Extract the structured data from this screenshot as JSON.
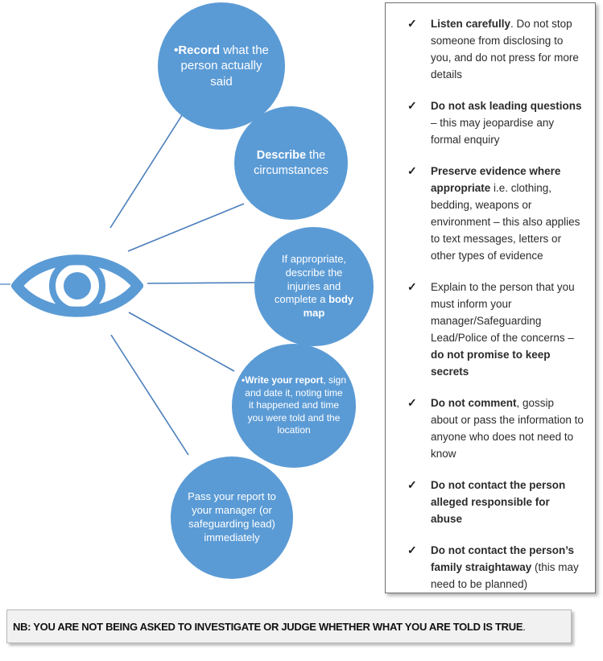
{
  "colors": {
    "bubble_blue": "#5b9bd5",
    "connector_blue": "#4a7ebb",
    "bubble_text": "#ffffff",
    "panel_border": "#6e6e6e",
    "checklist_text": "#2b2b2b",
    "note_background": "#f1f1f1",
    "note_text": "#111111"
  },
  "diagram": {
    "bubbles": [
      {
        "name": "record-what-said",
        "segments": [
          {
            "t": "•Record",
            "b": true
          },
          {
            "t": " what the person actually said",
            "b": false
          }
        ]
      },
      {
        "name": "describe-circumstances",
        "segments": [
          {
            "t": "Describe",
            "b": true
          },
          {
            "t": " the circumstances",
            "b": false
          }
        ]
      },
      {
        "name": "describe-injuries-body-map",
        "segments": [
          {
            "t": "If appropriate, describe the injuries and complete a ",
            "b": false
          },
          {
            "t": "body map",
            "b": true
          }
        ]
      },
      {
        "name": "write-your-report",
        "segments": [
          {
            "t": "•Write your report",
            "b": true
          },
          {
            "t": ", sign and date it, noting time it happened and time you were told and the location",
            "b": false
          }
        ]
      },
      {
        "name": "pass-your-report",
        "segments": [
          {
            "t": "Pass your report to your manager (or safeguarding lead) immediately",
            "b": false
          }
        ]
      }
    ]
  },
  "checklist": {
    "check_glyph": "✓",
    "items": [
      {
        "segments": [
          {
            "t": "Listen carefully",
            "b": true
          },
          {
            "t": ". Do not stop someone from disclosing to you, and do not press for more details",
            "b": false
          }
        ]
      },
      {
        "segments": [
          {
            "t": "Do not ask leading questions",
            "b": true
          },
          {
            "t": " – this may jeopardise any formal enquiry",
            "b": false
          }
        ]
      },
      {
        "segments": [
          {
            "t": "Preserve evidence where appropriate",
            "b": true
          },
          {
            "t": " i.e. clothing, bedding, weapons or environment – this also applies to text messages, letters or other types of evidence",
            "b": false
          }
        ]
      },
      {
        "segments": [
          {
            "t": "Explain to the person that you must inform your manager/Safeguarding Lead/Police of the concerns – ",
            "b": false
          },
          {
            "t": "do not promise to keep secrets",
            "b": true
          }
        ]
      },
      {
        "segments": [
          {
            "t": "Do not comment",
            "b": true
          },
          {
            "t": ", gossip about or pass the information to anyone who does not need to know",
            "b": false
          }
        ]
      },
      {
        "segments": [
          {
            "t": "Do not contact the person alleged responsible for abuse",
            "b": true
          }
        ]
      },
      {
        "segments": [
          {
            "t": "Do not contact the person’s family straightaway",
            "b": true
          },
          {
            "t": " (this may need to be planned)",
            "b": false
          }
        ]
      }
    ]
  },
  "note": {
    "segments": [
      {
        "t": "NB: YOU ARE NOT BEING ASKED TO INVESTIGATE OR JUDGE WHETHER WHAT YOU ARE TOLD IS TRUE",
        "b": true
      },
      {
        "t": ".",
        "b": false
      }
    ]
  }
}
